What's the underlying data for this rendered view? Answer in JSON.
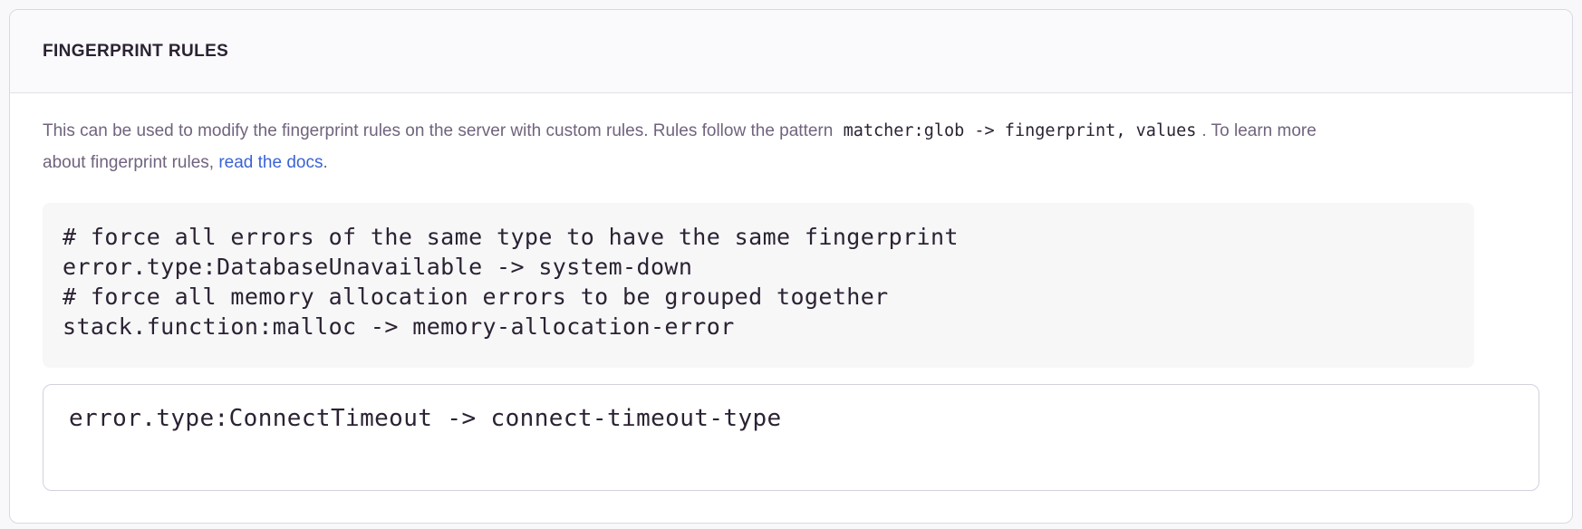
{
  "colors": {
    "link_accent": "#3B63D6",
    "panel_border": "#DBD7E1",
    "header_background": "#FAF9FB",
    "heading_text": "#2B2233",
    "description_text": "#71637E",
    "code_block_background": "#F7F7F8",
    "page_background": "#F8F8FA"
  },
  "panel": {
    "title": "FINGERPRINT RULES",
    "description": {
      "text_before_code": "This can be used to modify the fingerprint rules on the server with custom rules. Rules follow the pattern ",
      "inline_code": "matcher:glob -> fingerprint, values",
      "text_after_code": ". To learn more about fingerprint rules, ",
      "link_label": "read the docs",
      "text_end": "."
    },
    "example_code": {
      "lines": [
        "# force all errors of the same type to have the same fingerprint",
        "error.type:DatabaseUnavailable -> system-down",
        "# force all memory allocation errors to be grouped together",
        "stack.function:malloc -> memory-allocation-error"
      ]
    },
    "rules_input": {
      "value": "error.type:ConnectTimeout -> connect-timeout-type"
    }
  }
}
